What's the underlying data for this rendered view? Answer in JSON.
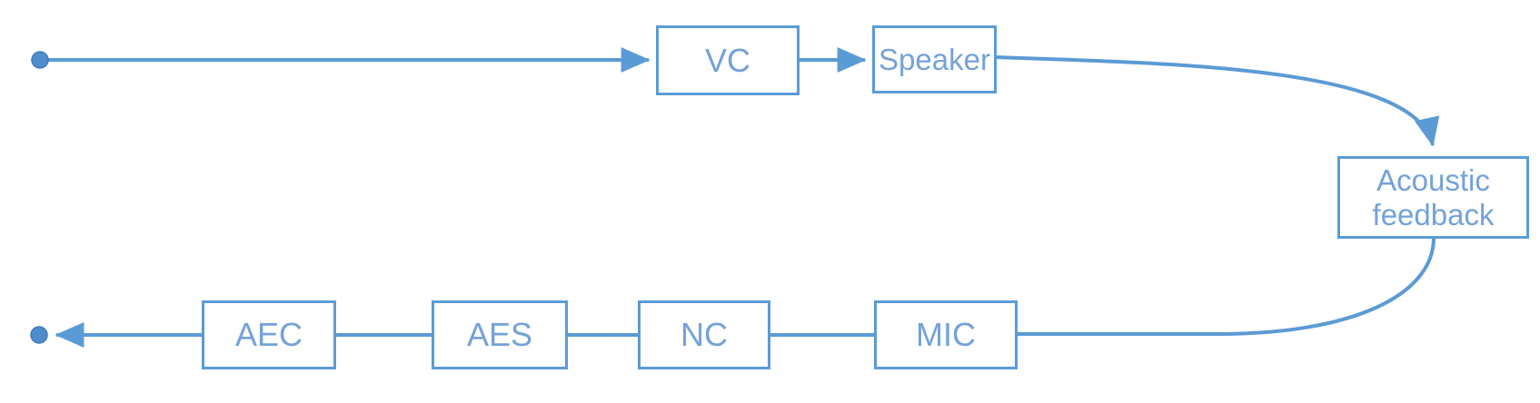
{
  "diagram": {
    "type": "flow-diagram",
    "colors": {
      "stroke": "#5b9bd5",
      "node_border": "#5b9bd5",
      "node_text": "#74a2d8",
      "terminal_dot": "#4e8dcb",
      "background": "#ffffff"
    },
    "nodes": [
      {
        "id": "vc",
        "label": "VC"
      },
      {
        "id": "speaker",
        "label": "Speaker"
      },
      {
        "id": "feedback",
        "label": "Acoustic feedback"
      },
      {
        "id": "aec",
        "label": "AEC"
      },
      {
        "id": "aes",
        "label": "AES"
      },
      {
        "id": "nc",
        "label": "NC"
      },
      {
        "id": "mic",
        "label": "MIC"
      }
    ],
    "terminals": [
      {
        "id": "input-dot",
        "row": "top",
        "side": "left"
      },
      {
        "id": "output-dot",
        "row": "bottom",
        "side": "left"
      }
    ],
    "edges": [
      {
        "from": "input-dot",
        "to": "VC",
        "arrow": true
      },
      {
        "from": "VC",
        "to": "Speaker",
        "arrow": true
      },
      {
        "from": "Speaker",
        "to": "Acoustic feedback",
        "arrow": true
      },
      {
        "from": "Acoustic feedback",
        "to": "MIC",
        "arrow": false
      },
      {
        "from": "MIC",
        "to": "NC",
        "arrow": false
      },
      {
        "from": "NC",
        "to": "AES",
        "arrow": false
      },
      {
        "from": "AES",
        "to": "AEC",
        "arrow": false
      },
      {
        "from": "AEC",
        "to": "output-dot",
        "arrow": true
      }
    ]
  }
}
